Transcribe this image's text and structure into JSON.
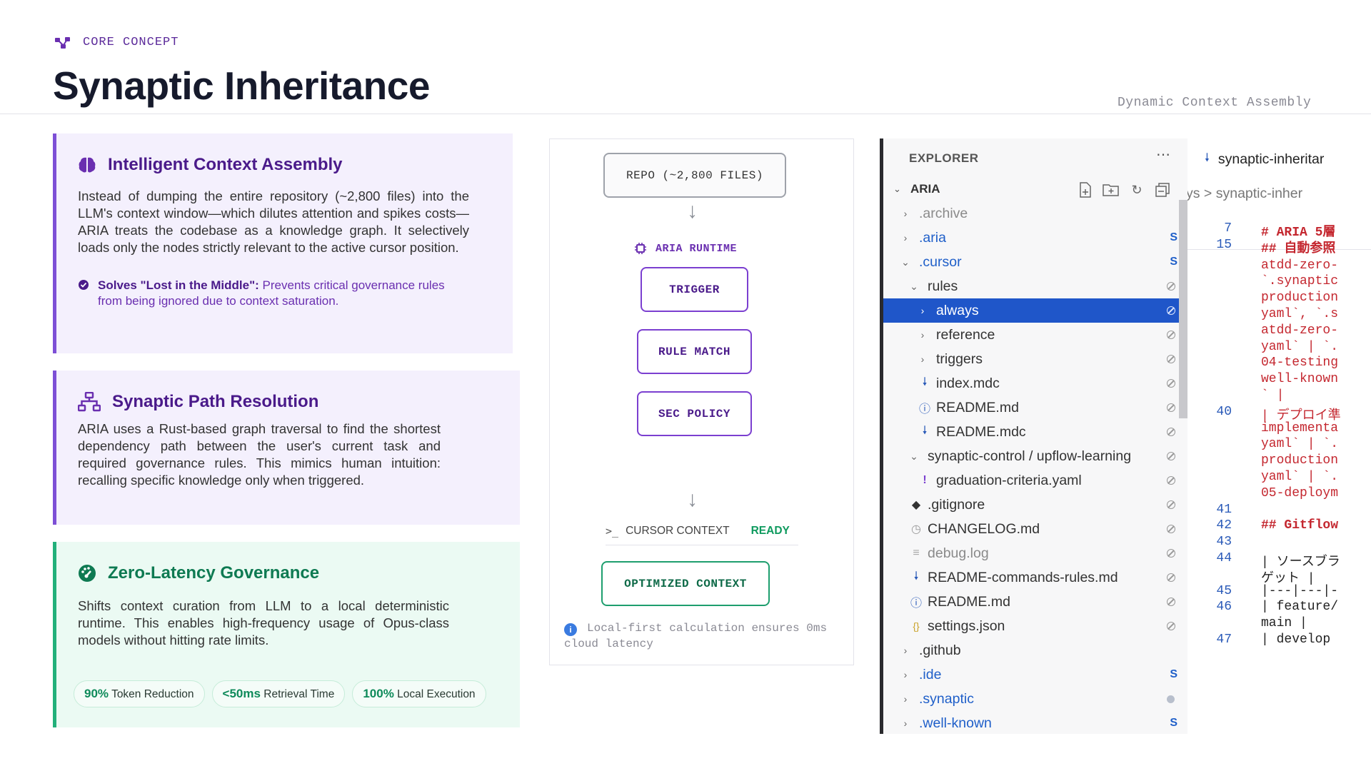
{
  "header": {
    "eyebrow": "CORE CONCEPT",
    "title": "Synaptic Inheritance",
    "right_caption": "Dynamic Context Assembly"
  },
  "cards": [
    {
      "icon": "brain-icon",
      "title": "Intelligent Context Assembly",
      "body": "Instead of dumping the entire repository (~2,800 files) into the LLM's context window—which dilutes attention and spikes costs—ARIA treats the codebase as a knowledge graph. It selectively loads only the nodes strictly relevant to the active cursor position.",
      "note_bold": "Solves \"Lost in the Middle\":",
      "note_text": " Prevents critical governance rules from being ignored due to context saturation."
    },
    {
      "icon": "sitemap-icon",
      "title": "Synaptic Path Resolution",
      "body": "ARIA uses a Rust-based graph traversal to find the shortest dependency path between the user's current task and required governance rules. This mimics human intuition: recalling specific knowledge only when triggered."
    },
    {
      "icon": "gauge-icon",
      "title": "Zero-Latency Governance",
      "body": "Shifts context curation from LLM to a local deterministic runtime. This enables high-frequency usage of Opus-class models without hitting rate limits.",
      "stats": [
        {
          "value": "90%",
          "label": "Token Reduction"
        },
        {
          "value": "<50ms",
          "label": "Retrieval Time"
        },
        {
          "value": "100%",
          "label": "Local Execution"
        }
      ]
    }
  ],
  "flow": {
    "repo": "REPO (~2,800 FILES)",
    "runtime_label": "ARIA RUNTIME",
    "trigger": "TRIGGER",
    "rule_match": "RULE MATCH",
    "sec_policy": "SEC POLICY",
    "cursor_context": "CURSOR CONTEXT",
    "ready": "READY",
    "optimized": "OPTIMIZED CONTEXT",
    "note": "Local-first calculation ensures 0ms cloud latency"
  },
  "explorer": {
    "title": "EXPLORER",
    "root": "ARIA",
    "items": [
      {
        "name": ".archive",
        "chev": ">",
        "style": "grey"
      },
      {
        "name": ".aria",
        "chev": ">",
        "style": "blue",
        "badge": "S"
      },
      {
        "name": ".cursor",
        "chev": "v",
        "style": "blue",
        "badge": "S"
      },
      {
        "name": "rules",
        "chev": "v"
      },
      {
        "name": "always",
        "chev": ">"
      },
      {
        "name": "reference",
        "chev": ">"
      },
      {
        "name": "triggers",
        "chev": ">"
      },
      {
        "name": "index.mdc"
      },
      {
        "name": "README.md"
      },
      {
        "name": "README.mdc"
      },
      {
        "name": "synaptic-control / upflow-learning",
        "chev": "v"
      },
      {
        "name": "graduation-criteria.yaml"
      },
      {
        "name": ".gitignore"
      },
      {
        "name": "CHANGELOG.md"
      },
      {
        "name": "debug.log",
        "style": "grey"
      },
      {
        "name": "README-commands-rules.md"
      },
      {
        "name": "README.md"
      },
      {
        "name": "settings.json"
      },
      {
        "name": ".github",
        "chev": ">"
      },
      {
        "name": ".ide",
        "chev": ">",
        "style": "blue",
        "badge": "S"
      },
      {
        "name": ".synaptic",
        "chev": ">",
        "style": "blue"
      },
      {
        "name": ".well-known",
        "chev": ">",
        "style": "blue",
        "badge": "S"
      }
    ]
  },
  "editor": {
    "tab": "synaptic-inheritar",
    "crumb": "ys > synaptic-inher",
    "lines": [
      {
        "n": "7",
        "text": "# ARIA 5層"
      },
      {
        "n": "15",
        "text": "## 自動参照"
      },
      {
        "n": "",
        "text": "atdd-zero-"
      },
      {
        "n": "",
        "text": "`.synaptic"
      },
      {
        "n": "",
        "text": "production"
      },
      {
        "n": "",
        "text": "yaml`, `.s"
      },
      {
        "n": "",
        "text": "atdd-zero-"
      },
      {
        "n": "",
        "text": "yaml` | `."
      },
      {
        "n": "",
        "text": "04-testing"
      },
      {
        "n": "",
        "text": "well-known"
      },
      {
        "n": "",
        "text": "` |"
      },
      {
        "n": "40",
        "text": "| デプロイ準"
      },
      {
        "n": "",
        "text": "implementa"
      },
      {
        "n": "",
        "text": "yaml` | `."
      },
      {
        "n": "",
        "text": "production"
      },
      {
        "n": "",
        "text": "yaml` | `."
      },
      {
        "n": "",
        "text": "05-deploym"
      },
      {
        "n": "41",
        "text": ""
      },
      {
        "n": "42",
        "text": "## Gitflow"
      },
      {
        "n": "43",
        "text": ""
      },
      {
        "n": "44",
        "text": "| ソースブラ"
      },
      {
        "n": "",
        "text": "ゲット |"
      },
      {
        "n": "45",
        "text": "|---|---|-"
      },
      {
        "n": "46",
        "text": "| feature/"
      },
      {
        "n": "",
        "text": "main |"
      },
      {
        "n": "47",
        "text": "| develop"
      }
    ]
  }
}
